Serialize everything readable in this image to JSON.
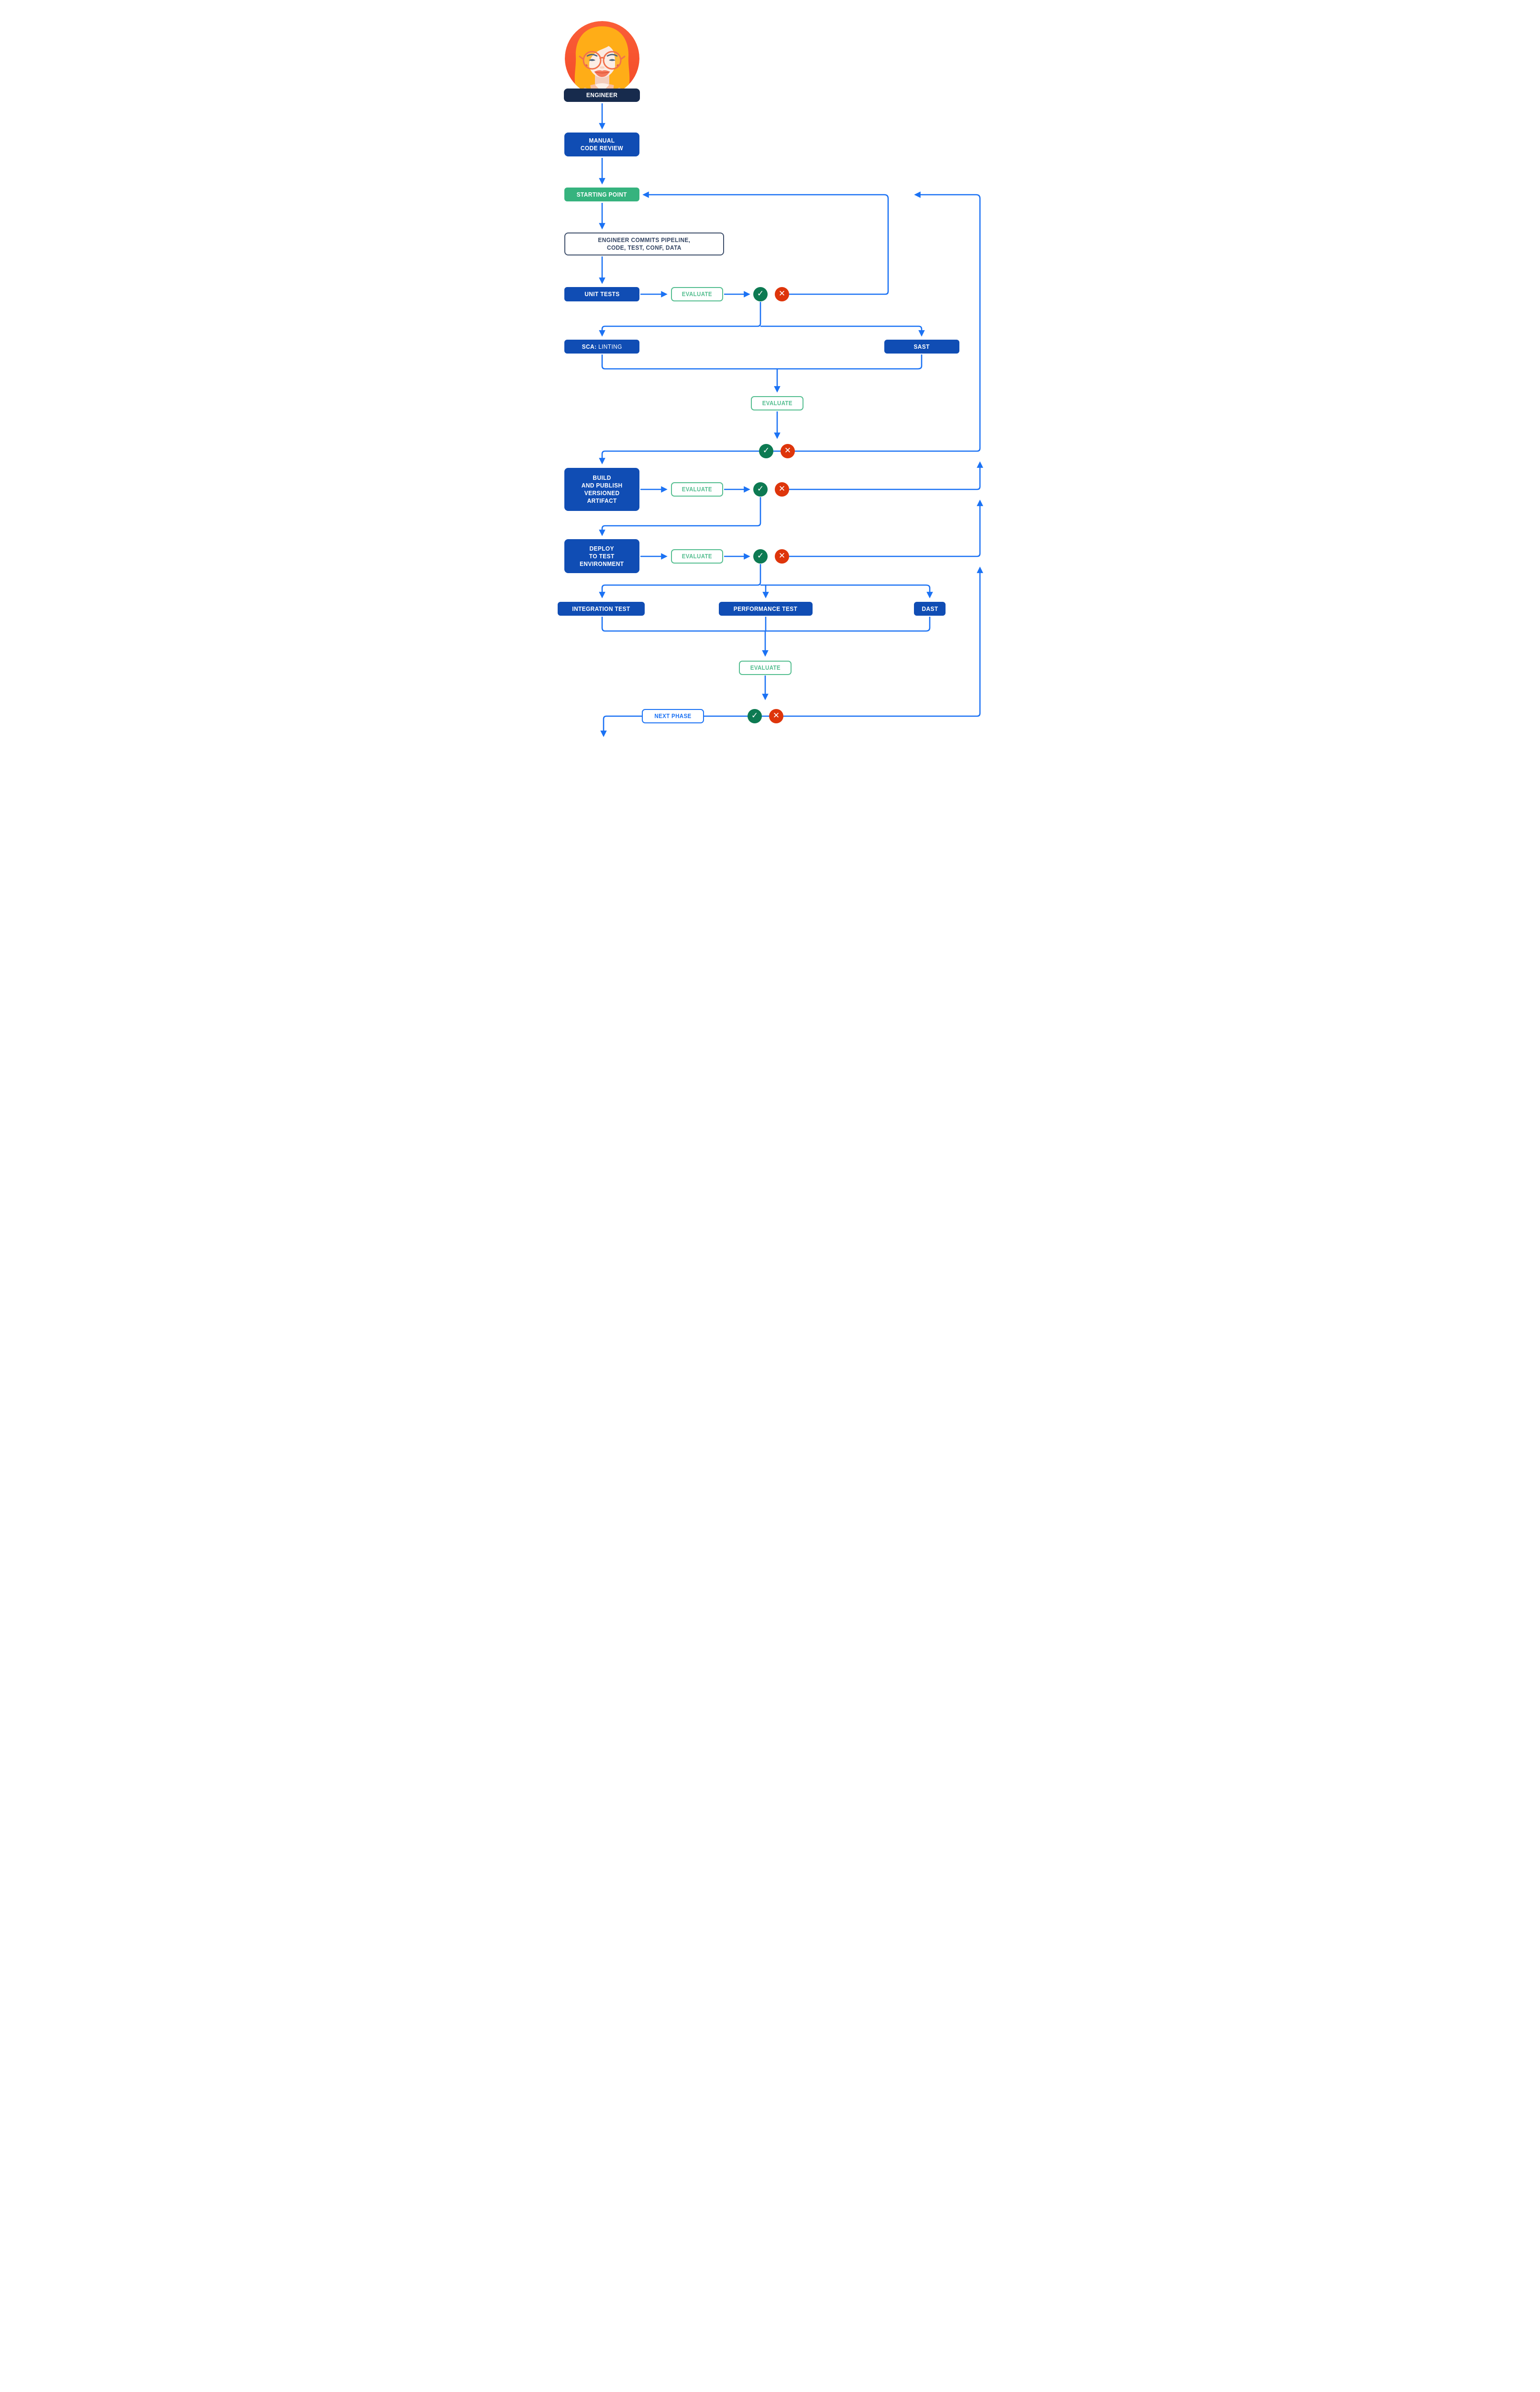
{
  "labels": {
    "engineer": "ENGINEER",
    "manual_code_review": "MANUAL\nCODE REVIEW",
    "starting_point": "STARTING POINT",
    "commits": "ENGINEER COMMITS PIPELINE,\nCODE, TEST, CONF, DATA",
    "unit_tests": "UNIT TESTS",
    "evaluate": "EVALUATE",
    "sca_prefix": "SCA:",
    "sca_rest": " LINTING",
    "sast": "SAST",
    "build": "BUILD\nAND PUBLISH\nVERSIONED\nARTIFACT",
    "deploy": "DEPLOY\nTO TEST\nENVIRONMENT",
    "integration_test": "INTEGRATION TEST",
    "performance_test": "PERFORMANCE TEST",
    "dast": "DAST",
    "next_phase": "NEXT PHASE"
  },
  "icons": {
    "pass": "✓",
    "fail": "✕"
  },
  "colors": {
    "box_blue": "#104DB4",
    "arrow_blue": "#1B72F4",
    "navy": "#172B4D",
    "slate_border": "#3E4F6B",
    "slate_text": "#344563",
    "green": "#36B37E",
    "evaluate_green": "#55BE90",
    "pass_green": "#0D7A52",
    "fail_red": "#DE350B",
    "avatar_orange": "#F75B33",
    "hair_amber": "#FFAD17"
  }
}
